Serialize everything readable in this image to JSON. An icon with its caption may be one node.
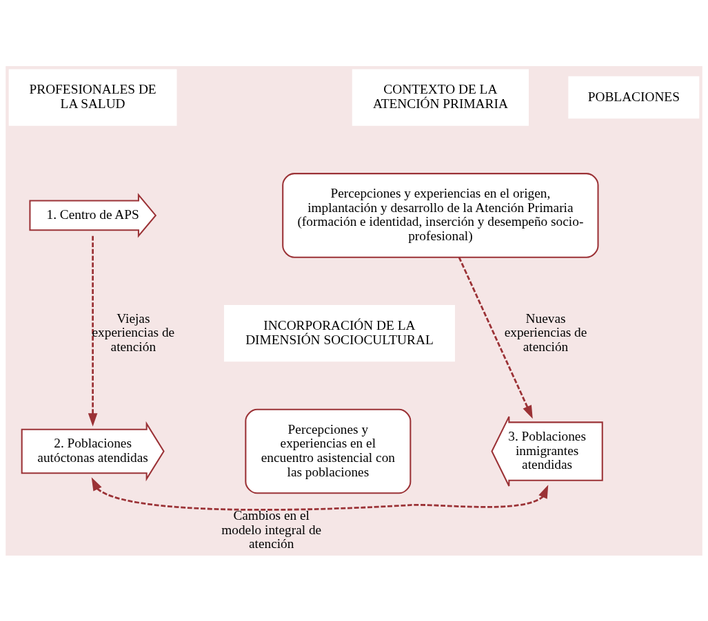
{
  "diagram": {
    "nodes": [
      {
        "text": [
          "PROFESIONALES DE LA SALUD"
        ]
      },
      {
        "text": [
          "CONTEXTO DE LA ATENCIÓN PRIMARIA"
        ]
      },
      {
        "text": [
          "POBLACIONES"
        ]
      },
      {
        "text": [
          "1. Centro de APS"
        ]
      },
      {
        "text": [
          "Percepciones y experiencias en el origen, implantación y desarrollo de la Atención Primaria (formación e identidad, inserción y desempeño socio-profesional)"
        ]
      },
      {
        "text": [
          "INCORPORACIÓN DE LA DIMENSIÓN SOCIOCULTURAL"
        ]
      },
      {
        "text": [
          "2. Poblaciones autóctonas atendidas"
        ]
      },
      {
        "text": [
          "Percepciones y experiencias en el encuentro asistencial con las poblaciones"
        ]
      },
      {
        "text": [
          "3. Poblaciones inmigrantes atendidas"
        ]
      }
    ],
    "edges": [
      {
        "from": 3,
        "to": 6,
        "arrow": "to",
        "label": "Viejas experiencias de atención",
        "style": "dashed"
      },
      {
        "from": 4,
        "to": 8,
        "arrow": "to",
        "label": "Nuevas experiencias de atención",
        "style": "dashed"
      },
      {
        "from": 6,
        "to": 8,
        "arrow": "both",
        "label": "Cambios en el modelo integral de atención",
        "style": "dashed"
      }
    ]
  }
}
